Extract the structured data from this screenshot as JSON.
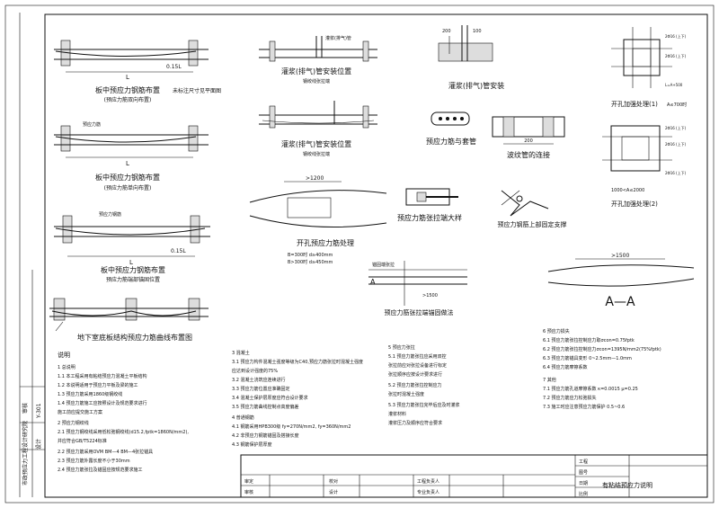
{
  "drawings": {
    "d1_title": "板中预应力钢筋布置",
    "d1_subtitle": "(预应力筋双向布置)",
    "d1_note": "未标注尺寸见平面图",
    "d1_dim_l": "L",
    "d1_dim_ratio": "0.15L",
    "d2_title": "板中预应力钢筋布置",
    "d2_subtitle": "(预应力筋单向布置)",
    "d2_label": "预应力筋",
    "d2_dim_l": "L",
    "d3_title": "板中预应力钢筋布置",
    "d3_subtitle": "预应力筋端部锚固位置",
    "d3_label": "预应力钢筋",
    "d3_dim_l": "L",
    "d3_dim_ratio": "0.15L",
    "d4_title": "地下室底板结构预应力筋曲线布置图",
    "d5_title": "灌浆(排气)管安装位置",
    "d5_sub": "钢绞线张拉端",
    "d5_label": "灌浆(排气)管",
    "d6_title": "灌浆(排气)管安装位置",
    "d6_sub": "钢绞线张拉端",
    "d7_title": "开孔预应力筋处理",
    "d7_dim": ">1200",
    "d7_note1": "B=300时 d≥400mm",
    "d7_note2": "B>300时 d≥450mm",
    "d8_title": "灌浆(排气)管安装",
    "d8_dim1": "200",
    "d8_dim2": "100",
    "d9_title": "预应力筋与套管",
    "d10_title": "波纹管的连接",
    "d10_dim": "200",
    "d11_title": "预应力筋张拉端大样",
    "d12_title": "预应力钢筋上部固定支撑",
    "d13_title": "预应力筋张拉端锚固做法",
    "d13_dim": ">1500",
    "d13_label": "锚固端张拉",
    "d14_title": "开孔加强处理(1)",
    "d14_note": "A≤700时",
    "d14_bars": [
      "2Φ16 (上下)",
      "2Φ16 (上下)",
      "L=A+500"
    ],
    "d15_title": "开孔加强处理(2)",
    "d15_note": "1000<A≤2000",
    "d15_bars": [
      "2Φ16 (上下)",
      "2Φ16 (上下)",
      "2Φ16 (上下)"
    ],
    "d16_title": "A—A",
    "d16_dim": ">1500",
    "d16_section_left": "A",
    "d16_section_right": "A"
  },
  "notes_col1": {
    "heading": "说明",
    "lines": [
      "1    总说明",
      "1.1  本工程采用有粘结预应力混凝土平板结构",
      "1.2  本说明适用于预应力平板及梁的施工",
      "1.3  预应力筋采用1860级钢绞线",
      "1.4  预应力筋施工应按照设计及规范要求进行",
      "     施工前应提交施工方案",
      "2    预应力钢绞线",
      "2.1  预应力钢绞线采用低松弛钢绞线(d15.2,fptk=1860N/mm2),",
      "     并应符合GB/T5224标准",
      "2.2  预应力筋采用OVM  BM—4  BM—4张拉锚具",
      "2.3  预应力筋外露长度不小于30mm",
      "2.4  预应力筋张拉及锚固应按规范要求施工"
    ]
  },
  "notes_col2": {
    "lines": [
      "3    混凝土",
      "3.1  预应力构件混凝土强度等级为C40,预应力筋张拉时混凝土强度",
      "     应达到设计强度的75%",
      "3.2  混凝土浇筑应连续进行",
      "3.3  预应力筋位置应准确固定",
      "3.4  混凝土保护层厚度应符合设计要求",
      "3.5  预应力筋曲线控制点高度偏差",
      "4    普通钢筋",
      "4.1  钢筋采用HPB300级  fy=270N/mm2,  fy=360N/mm2",
      "4.2  非预应力钢筋锚固及搭接长度",
      "4.3  钢筋保护层厚度"
    ]
  },
  "notes_col3": {
    "lines": [
      "5    预应力张拉",
      "5.1  预应力筋张拉应采用双控",
      "     张拉前应对张拉设备进行标定",
      "     张拉顺序应按设计要求进行",
      "5.2  预应力筋张拉控制应力",
      "     张拉时混凝土强度",
      "5.3  预应力筋张拉完毕后应及时灌浆",
      "     灌浆材料",
      "     灌浆压力及顺序应符合要求"
    ]
  },
  "notes_col4": {
    "lines": [
      "6    预应力损失",
      "6.1  预应力筋张拉控制应力取σcon=0.75fptk",
      "6.2  预应力筋张拉控制应力σcon=1395N/mm2(75%fptk)",
      "6.3  预应力筋锚具变形 0~2.5mm—1.0mm",
      "6.4  预应力筋摩擦系数",
      "7    其他",
      "7.1  预应力筋孔道摩擦系数 κ=0.0015 μ=0.25",
      "7.2  预应力筋应力松弛损失",
      "7.3  施工时应注意预应力筋保护 0.5~0.6"
    ]
  },
  "titleblock": {
    "label_1": "审定",
    "label_2": "审核",
    "label_3": "校对",
    "label_4": "设计",
    "label_5": "工程负责人",
    "label_6": "专业负责人",
    "project_label": "工程",
    "drawing_title": "有粘结预应力说明",
    "right_labels": [
      "工程",
      "图号",
      "日期",
      "比例"
    ]
  },
  "left_strip": {
    "text1": "市政预应力工程设计研究院",
    "text2": "Y-301",
    "text3": "审核",
    "text4": "设计"
  }
}
